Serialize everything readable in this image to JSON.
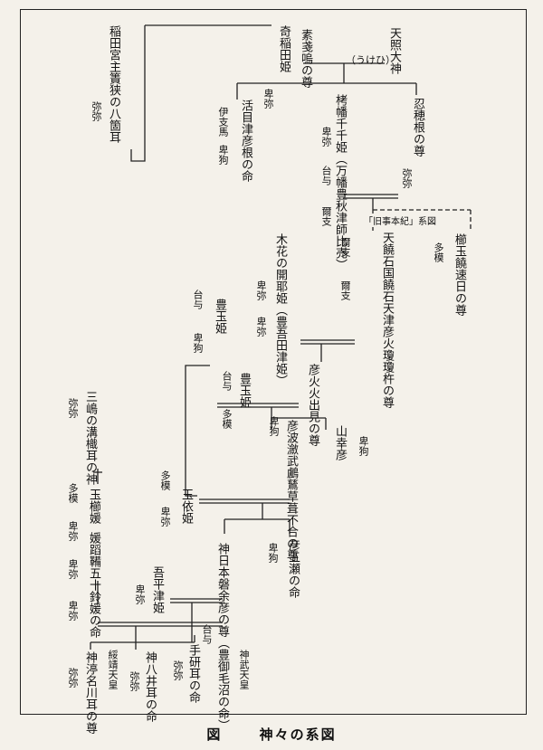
{
  "caption": {
    "figure_label": "図",
    "title": "神々の系図"
  },
  "uke_label": "（うけひ）",
  "kuji_label": "「旧事本紀」系図",
  "deities": {
    "amaterasu": "天照大神",
    "susanoo": "素戔嗚の尊",
    "kushinada": "奇稲田姫",
    "inada_miya": "稲田宮主簀狭の八箇耳",
    "oshiho": "忍穂根の尊",
    "tachikushi": "栲幡千千姫（万幡豊秋津師比売）",
    "ikumeotsu": "活目津彦根の命",
    "ikume_tag": "伊支馬",
    "ninigi": "天饒石国饒石天津彦火瓊瓊杵の尊",
    "nigihayahi": "櫛玉饒速日の尊",
    "konohana": "木花の開耶姫（豊吾田津姫）",
    "hikohohode": "彦火火出見の尊",
    "yamasachi": "山幸彦",
    "toyotama": "豊玉姫",
    "tamayori": "玉依姫",
    "ugaya": "彦波瀲武鸕鶿草葺不合の尊",
    "itsuse": "彦五瀬の命",
    "jimmu": "神日本磐余彦の尊（豊御毛沼の命）",
    "jimmu_tennou": "神武天皇",
    "ahiratsu": "吾平津姫",
    "tagishi": "手研耳の命",
    "kamuyai": "神八井耳の命",
    "kamununa": "神渟名川耳の尊",
    "suizei": "綏靖天皇",
    "isuzu": "媛蹈鞴五十鈴媛の命",
    "tamakushi": "玉櫛媛",
    "mizokui": "三嶋の溝樴耳の神"
  },
  "tags": {
    "hiko_ya": "卑弥",
    "yami": "弥弥",
    "taiyo": "台与",
    "tamo": "多模",
    "hiko_ku": "卑狗",
    "niki": "爾支"
  }
}
